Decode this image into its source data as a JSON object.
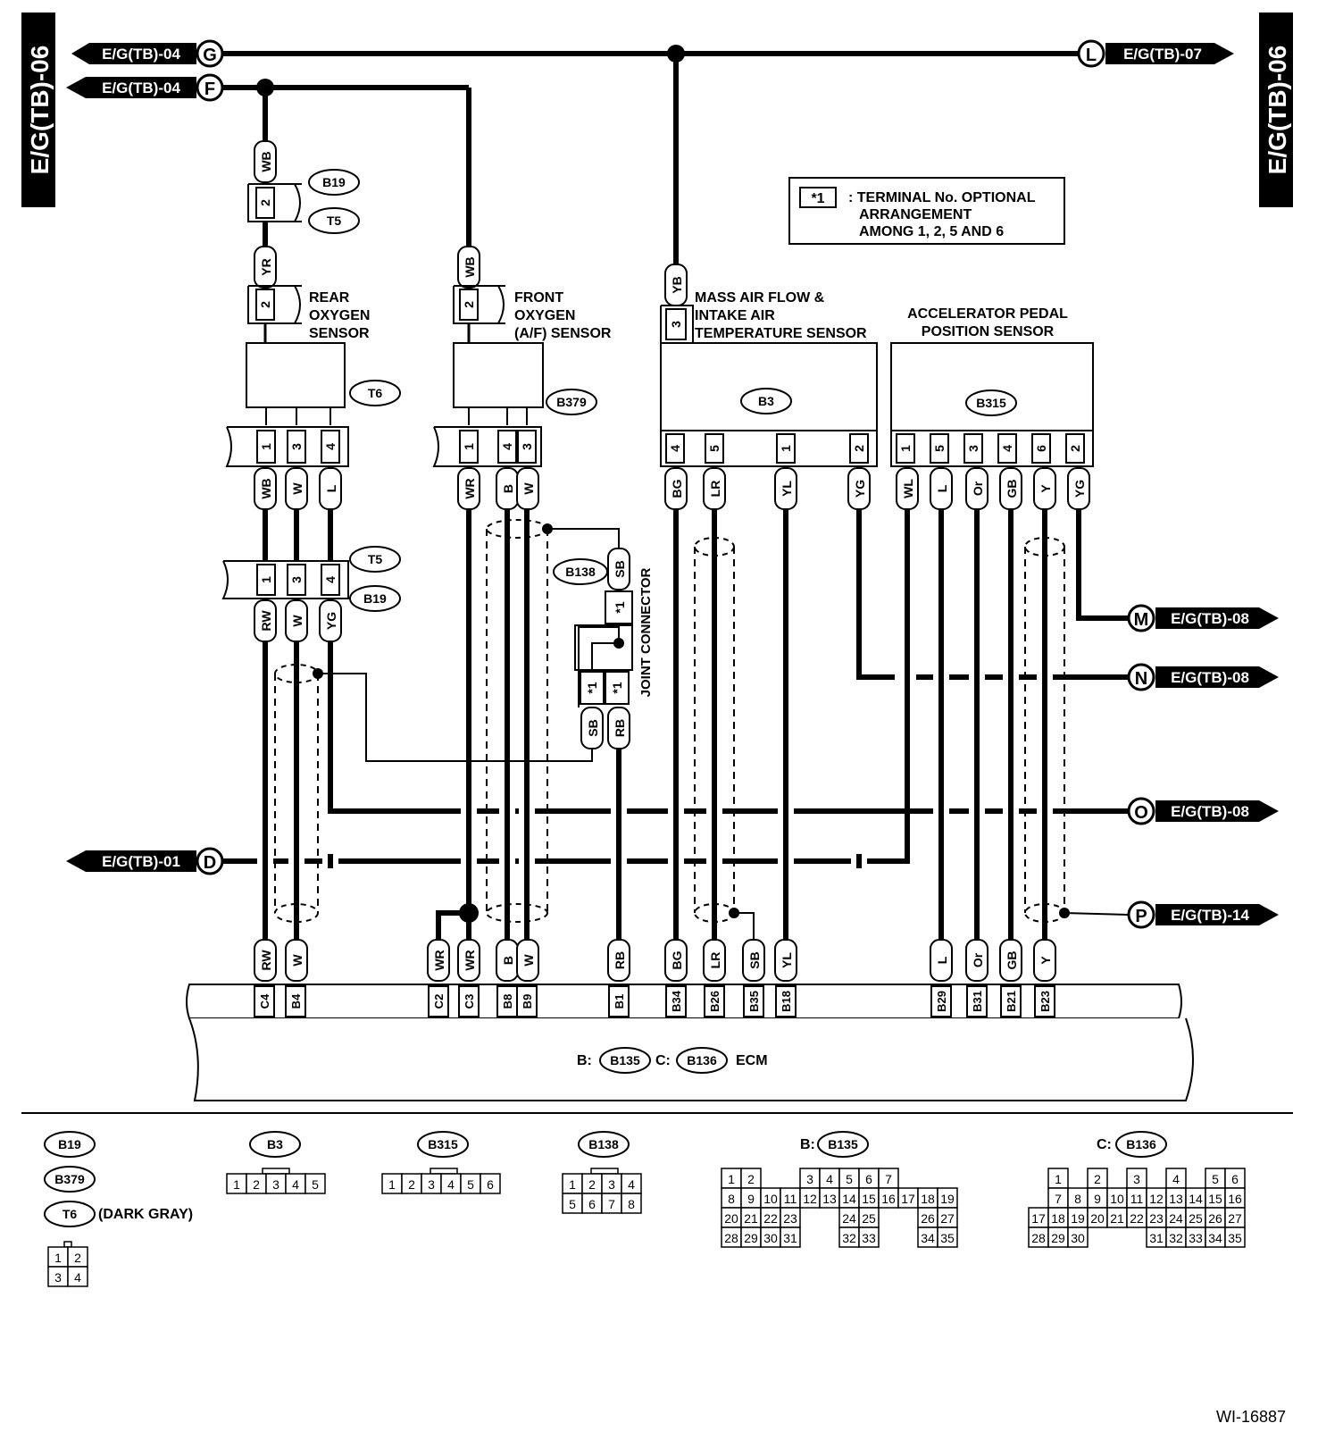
{
  "page_tags": {
    "left": "E/G(TB)-06",
    "right": "E/G(TB)-06"
  },
  "arrows": {
    "G": {
      "letter": "G",
      "label": "E/G(TB)-04"
    },
    "F": {
      "letter": "F",
      "label": "E/G(TB)-04"
    },
    "L": {
      "letter": "L",
      "label": "E/G(TB)-07"
    },
    "M": {
      "letter": "M",
      "label": "E/G(TB)-08"
    },
    "N": {
      "letter": "N",
      "label": "E/G(TB)-08"
    },
    "O": {
      "letter": "O",
      "label": "E/G(TB)-08"
    },
    "D": {
      "letter": "D",
      "label": "E/G(TB)-01"
    },
    "P": {
      "letter": "P",
      "label": "E/G(TB)-14"
    }
  },
  "note": {
    "mark": "*1",
    "line1": ": TERMINAL No. OPTIONAL",
    "line2": "ARRANGEMENT",
    "line3": "AMONG 1, 2, 5 AND 6"
  },
  "components": {
    "rear_o2": {
      "line1": "REAR",
      "line2": "OXYGEN",
      "line3": "SENSOR",
      "connector": "T6"
    },
    "front_o2": {
      "line1": "FRONT",
      "line2": "OXYGEN",
      "line3": "(A/F) SENSOR",
      "connector": "B379"
    },
    "maf": {
      "line1": "MASS AIR FLOW &",
      "line2": "INTAKE AIR",
      "line3": "TEMPERATURE SENSOR",
      "connector": "B3"
    },
    "app": {
      "line1": "ACCELERATOR PEDAL",
      "line2": "POSITION SENSOR",
      "connector": "B315"
    },
    "joint": {
      "label": "JOINT CONNECTOR",
      "connector": "B138"
    },
    "ecm": {
      "b_prefix": "B:",
      "b_conn": "B135",
      "c_prefix": "C:",
      "c_conn": "B136",
      "label": "ECM"
    }
  },
  "badges": {
    "B19a": "B19",
    "T5a": "T5",
    "T5b": "T5",
    "B19b": "B19"
  },
  "pins": {
    "rear_pin_top": "2",
    "rear_wire_top": "WB",
    "rear_wire_mid": "YR",
    "rear_pin_mid": "2",
    "front_pin_top": "2",
    "front_wire_top": "WB",
    "maf_pin_top": "3",
    "maf_wire_top": "YB",
    "t6_pins": [
      "1",
      "3",
      "4"
    ],
    "t6_wires": [
      "WB",
      "W",
      "L"
    ],
    "t5_pins": [
      "1",
      "3",
      "4"
    ],
    "t5_wires": [
      "RW",
      "W",
      "YG"
    ],
    "b379_pins": [
      "1",
      "4",
      "3"
    ],
    "b379_wires": [
      "WR",
      "B",
      "W"
    ],
    "b3_pins": [
      "4",
      "5",
      "1",
      "2"
    ],
    "b3_wires": [
      "BG",
      "LR",
      "YL",
      "YG"
    ],
    "b315_pins": [
      "1",
      "5",
      "3",
      "4",
      "6",
      "2"
    ],
    "b315_wires": [
      "WL",
      "L",
      "Or",
      "GB",
      "Y",
      "YG"
    ],
    "jc_top_wire": "SB",
    "jc_top_pin": "*1",
    "jc_bot_pins": [
      "*1",
      "*1"
    ],
    "jc_bot_wires": [
      "SB",
      "RB"
    ]
  },
  "ecm_terminals": {
    "wires": [
      "RW",
      "W",
      "WR",
      "WR",
      "B",
      "W",
      "RB",
      "BG",
      "LR",
      "SB",
      "YL",
      "L",
      "Or",
      "GB",
      "Y"
    ],
    "pins": [
      "C4",
      "B4",
      "C2",
      "C3",
      "B8",
      "B9",
      "B1",
      "B34",
      "B26",
      "B35",
      "B18",
      "B29",
      "B31",
      "B21",
      "B23"
    ]
  },
  "legend": {
    "b19": "B19",
    "b379": "B379",
    "t6": "T6",
    "t6_note": "(DARK GRAY)",
    "t6_grid": [
      [
        "1",
        "2"
      ],
      [
        "3",
        "4"
      ]
    ],
    "b3": "B3",
    "b3_grid": [
      "1",
      "2",
      "3",
      "4",
      "5"
    ],
    "b315": "B315",
    "b315_grid": [
      "1",
      "2",
      "3",
      "4",
      "5",
      "6"
    ],
    "b138": "B138",
    "b138_grid": [
      [
        "1",
        "2",
        "3",
        "4"
      ],
      [
        "5",
        "6",
        "7",
        "8"
      ]
    ],
    "b135_prefix": "B:",
    "b135": "B135",
    "b135_grid": [
      [
        "1",
        "2",
        "",
        "",
        "3",
        "4",
        "5",
        "6",
        "7",
        "",
        "",
        ""
      ],
      [
        "8",
        "9",
        "10",
        "11",
        "12",
        "13",
        "14",
        "15",
        "16",
        "17",
        "18",
        "19"
      ],
      [
        "20",
        "21",
        "22",
        "23",
        "",
        "",
        "24",
        "25",
        "",
        "",
        "26",
        "27"
      ],
      [
        "28",
        "29",
        "30",
        "31",
        "",
        "",
        "32",
        "33",
        "",
        "",
        "34",
        "35"
      ]
    ],
    "b136_prefix": "C:",
    "b136": "B136",
    "b136_grid": [
      [
        "",
        "1",
        "",
        "2",
        "",
        "3",
        "",
        "4",
        "",
        "5",
        "6",
        ""
      ],
      [
        "",
        "7",
        "8",
        "9",
        "10",
        "11",
        "12",
        "13",
        "14",
        "15",
        "16",
        ""
      ],
      [
        "17",
        "18",
        "19",
        "20",
        "21",
        "22",
        "23",
        "24",
        "25",
        "26",
        "27",
        ""
      ],
      [
        "28",
        "29",
        "30",
        "",
        "",
        "",
        "31",
        "32",
        "33",
        "34",
        "35",
        ""
      ]
    ]
  },
  "figure_id": "WI-16887"
}
